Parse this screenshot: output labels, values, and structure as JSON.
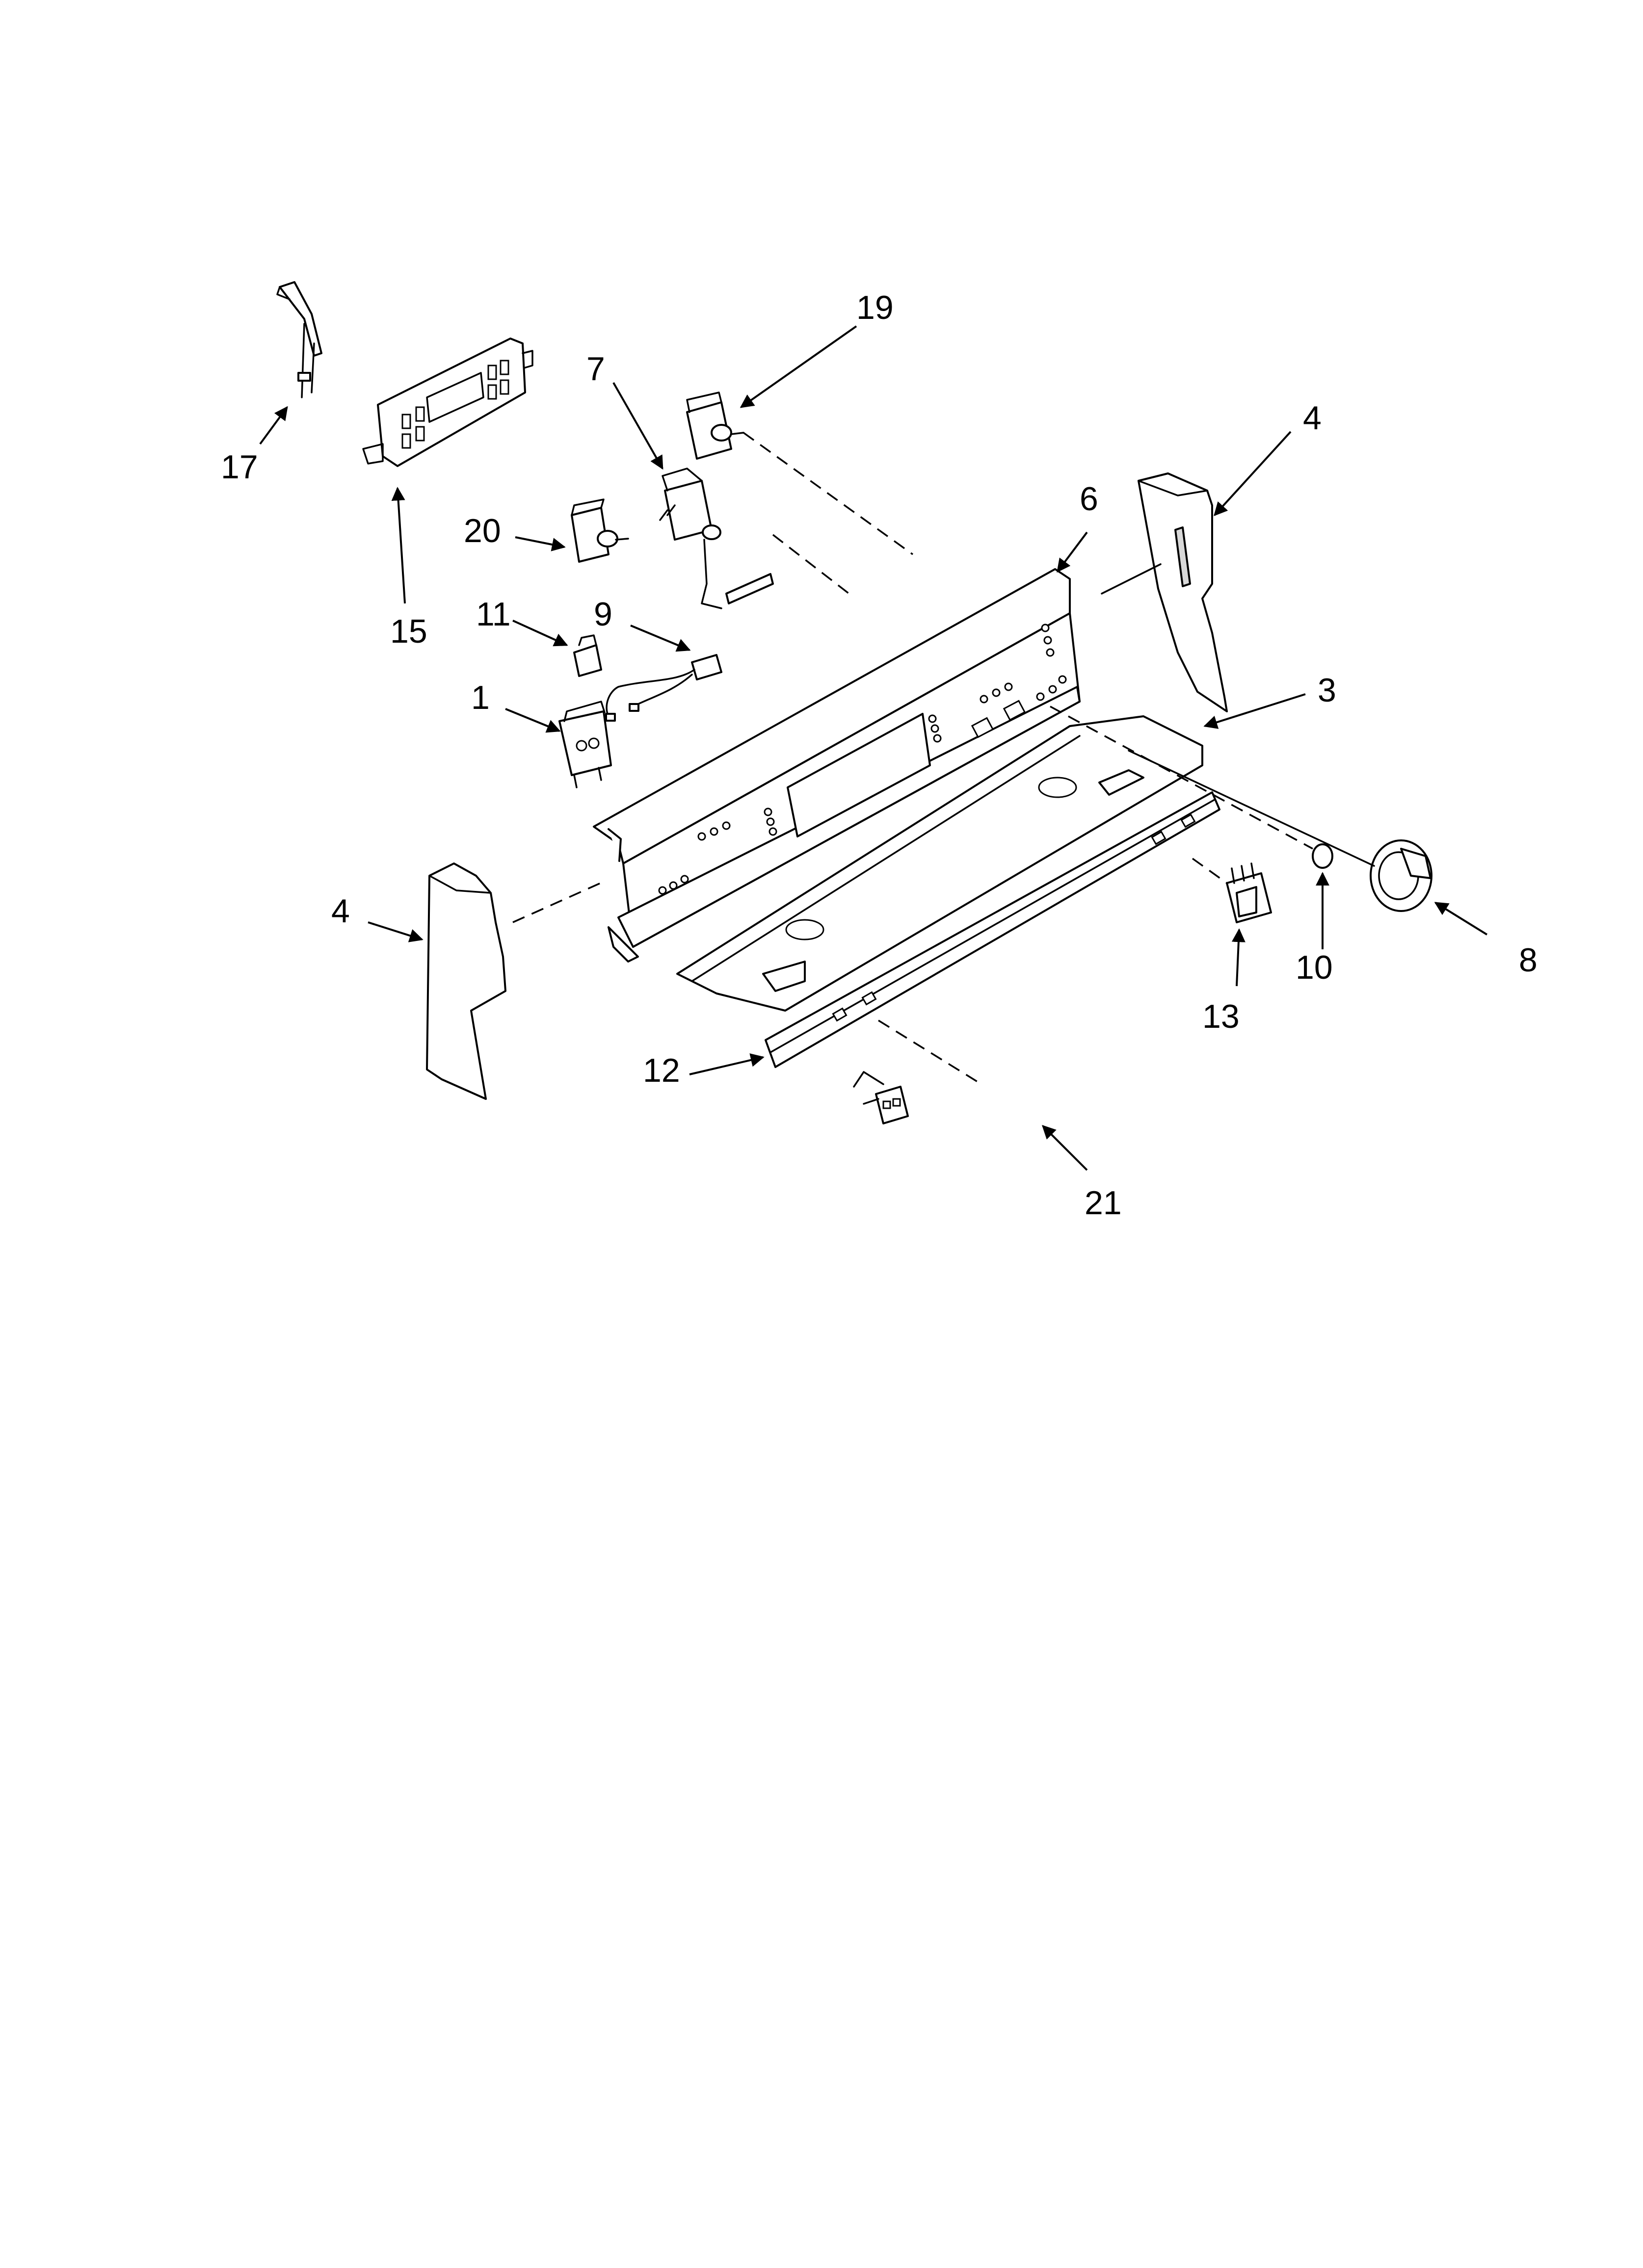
{
  "callouts": [
    {
      "id": "c1",
      "text": "1"
    },
    {
      "id": "c3",
      "text": "3"
    },
    {
      "id": "c4a",
      "text": "4"
    },
    {
      "id": "c4b",
      "text": "4"
    },
    {
      "id": "c6",
      "text": "6"
    },
    {
      "id": "c7",
      "text": "7"
    },
    {
      "id": "c8",
      "text": "8"
    },
    {
      "id": "c9",
      "text": "9"
    },
    {
      "id": "c10",
      "text": "10"
    },
    {
      "id": "c11",
      "text": "11"
    },
    {
      "id": "c12",
      "text": "12"
    },
    {
      "id": "c13",
      "text": "13"
    },
    {
      "id": "c15",
      "text": "15"
    },
    {
      "id": "c17",
      "text": "17"
    },
    {
      "id": "c19",
      "text": "19"
    },
    {
      "id": "c20",
      "text": "20"
    },
    {
      "id": "c21",
      "text": "21"
    }
  ]
}
